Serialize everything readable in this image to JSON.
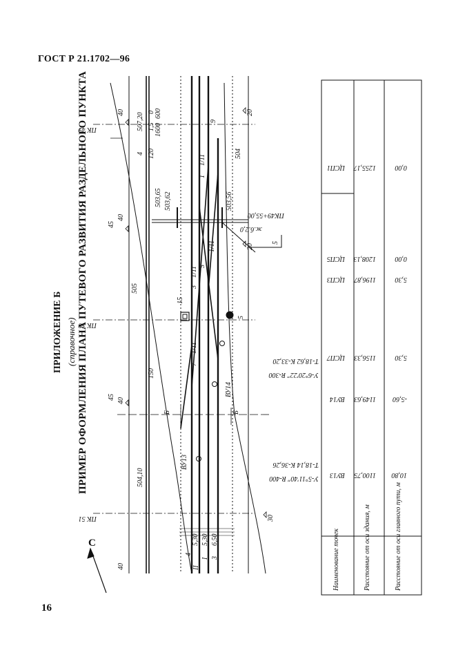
{
  "header": {
    "standard": "ГОСТ Р 21.1702—96"
  },
  "page_number": "16",
  "appendix": {
    "title": "ПРИЛОЖЕНИЕ Б",
    "note": "(справочное)",
    "heading": "ПРИМЕР ОФОРМЛЕНИЯ ПЛАНА ПУТЕВОГО РАЗВИТИЯ РАЗДЕЛЬНОГО ПУНКТА"
  },
  "north_label": "С",
  "plan": {
    "pickets": [
      "ПК 49",
      "ПК 50",
      "ПК 51"
    ],
    "special_picket": "ПК49+55,00",
    "bridge_label": "ж.б.2,0",
    "bridge_num": "5",
    "section_mark": "Б",
    "numbers": {
      "n40a": "40",
      "n40b": "40",
      "n40c": "40",
      "n40d": "40",
      "n45a": "45",
      "n45b": "45",
      "n20a": "20",
      "n20b": "20",
      "n30": "30",
      "s505": "505",
      "s504": "504",
      "s504_10": "504,10",
      "s507_20": "507,20",
      "s503_65": "503,65",
      "s503_62": "503,62",
      "s503_56": "503,56",
      "p0": "0",
      "p15": "1,5",
      "p120": "120",
      "p600": "600",
      "p1600": "1600",
      "p4": "4",
      "p150": "150",
      "p7": "7",
      "p7_11": "1/11",
      "p3": "3",
      "p3_11": "1/11",
      "p1": "1",
      "p1_11": "1/11",
      "p5": "5",
      "p5_11": "1/11",
      "p9": "9",
      "p15b": "15",
      "p5b": "5",
      "vu13": "ВУ13",
      "vu14": "ВУ14",
      "curve1_u": "У-6°20'22\" R-300",
      "curve1_t": "Т-18,62 К-33,20",
      "curve2_u": "У-5°11'40\" R-400",
      "curve2_t": "Т-18,14 К-36,26",
      "track4": "4",
      "trackII": "II",
      "trackI": "I",
      "track3": "3",
      "w530a": "5,30",
      "w530b": "5,30",
      "w650": "6,50"
    }
  },
  "table": {
    "headers": [
      "Наименование точек",
      "Расстояние от оси здания, м",
      "Расстояние от оси главного пути, м"
    ],
    "rows": [
      {
        "name": "ЦСП1",
        "dist_building": "1255,17",
        "dist_track": "0,00"
      },
      {
        "name": "ЦСП5",
        "dist_building": "1208,13",
        "dist_track": "0,00"
      },
      {
        "name": "ЦСП3",
        "dist_building": "1196,87",
        "dist_track": "5,30"
      },
      {
        "name": "ЦСП7",
        "dist_building": "1156,33",
        "dist_track": "5,30"
      },
      {
        "name": "ВУ14",
        "dist_building": "1149,63",
        "dist_track": "-5,60"
      },
      {
        "name": "ВУ13",
        "dist_building": "1100,75",
        "dist_track": "10,80"
      }
    ]
  }
}
